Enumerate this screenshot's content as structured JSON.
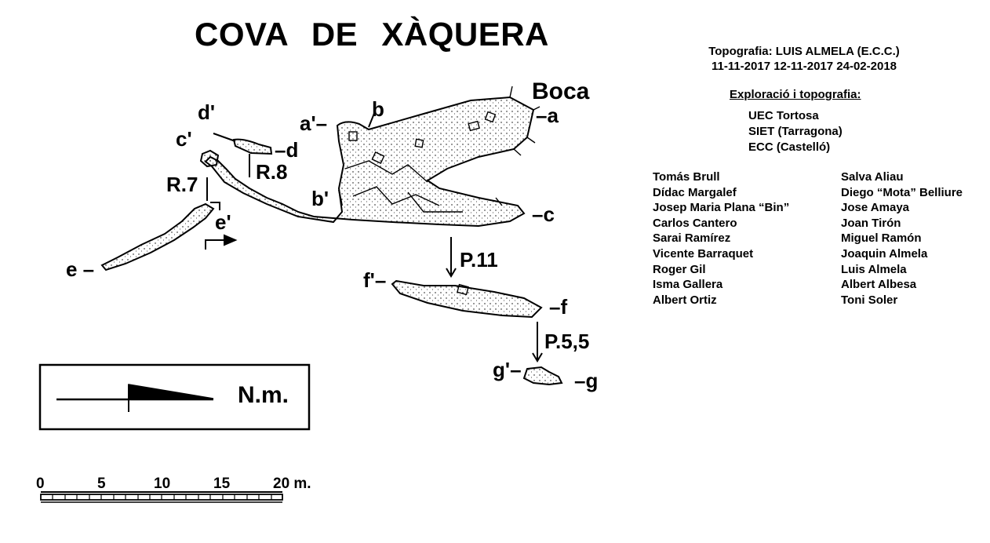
{
  "title": "COVA DE XÀQUERA",
  "survey": {
    "line1": "Topografia: LUIS ALMELA (E.C.C.)",
    "line2": "11-11-2017   12-11-2017   24-02-2018"
  },
  "exploration": {
    "heading": "Exploració i topografia:",
    "clubs": [
      "UEC Tortosa",
      "SIET (Tarragona)",
      "ECC (Castelló)"
    ]
  },
  "members": {
    "col1": [
      "Tomás Brull",
      "Dídac Margalef",
      "Josep Maria Plana “Bin”",
      "Carlos Cantero",
      "Sarai Ramírez",
      "Vicente Barraquet",
      "Roger Gil",
      "Isma Gallera",
      "Albert Ortiz"
    ],
    "col2": [
      "Salva Aliau",
      "Diego “Mota” Belliure",
      "Jose Amaya",
      "Joan Tirón",
      "Miguel Ramón",
      "Joaquin Almela",
      "Luis Almela",
      "Albert Albesa",
      "Toni Soler"
    ]
  },
  "labels": {
    "boca": "Boca",
    "a": "–a",
    "a_prime": "a'–",
    "b": "b",
    "b_prime": "b'",
    "c": "–c",
    "c_prime": "c'",
    "d": "–d",
    "d_prime": "d'",
    "e": "e –",
    "e_prime": "e'",
    "f": "–f",
    "f_prime": "f'–",
    "g": "–g",
    "g_prime": "g'–",
    "r7": "R.7",
    "r8": "R.8",
    "p11": "P.11",
    "p55": "P.5,5"
  },
  "north": {
    "label": "N.m."
  },
  "scale": {
    "ticks": [
      "0",
      "5",
      "10",
      "15",
      "20 m."
    ]
  },
  "colors": {
    "ink": "#000000",
    "paper": "#ffffff"
  }
}
